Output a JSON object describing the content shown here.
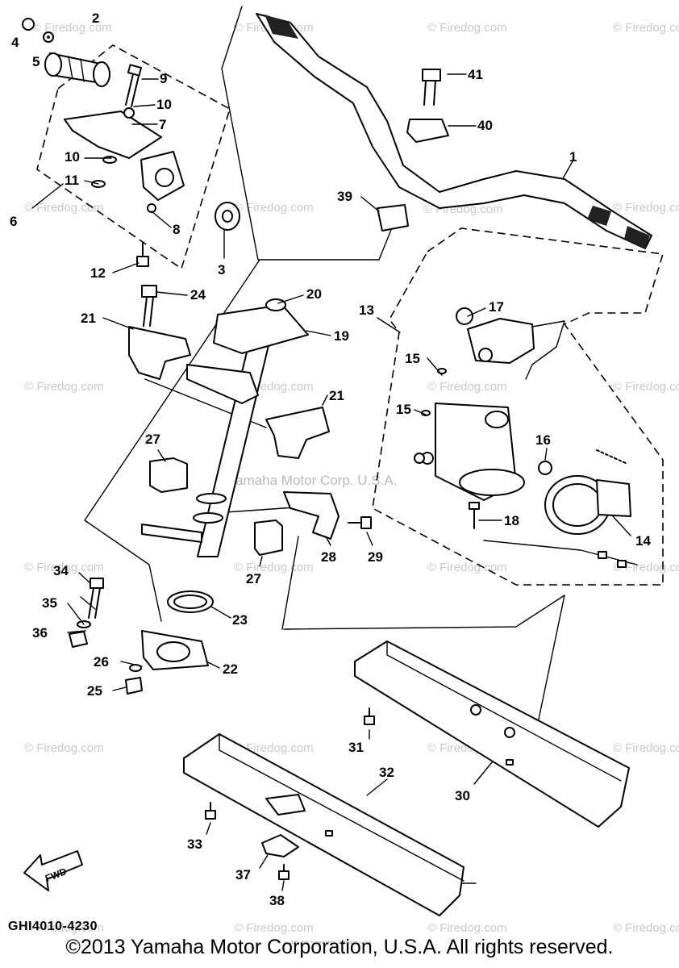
{
  "callouts": [
    "1",
    "2",
    "3",
    "4",
    "5",
    "6",
    "7",
    "8",
    "9",
    "10",
    "10",
    "11",
    "12",
    "13",
    "14",
    "15",
    "15",
    "16",
    "17",
    "18",
    "19",
    "20",
    "21",
    "21",
    "22",
    "23",
    "24",
    "25",
    "26",
    "27",
    "27",
    "28",
    "29",
    "30",
    "31",
    "32",
    "33",
    "34",
    "35",
    "36",
    "37",
    "38",
    "39",
    "40",
    "41"
  ],
  "watermark": "© Firedog.com",
  "center_watermark": "Yamaha Motor Corp. U.S.A.",
  "fwd_label": "FWD",
  "part_code": "GHI4010-4230",
  "tiny_print": "(c) 2003-2016 Yamaha Motor Corporation, U.S.A.",
  "copyright": "©2013 Yamaha Motor Corporation, U.S.A. All rights reserved."
}
